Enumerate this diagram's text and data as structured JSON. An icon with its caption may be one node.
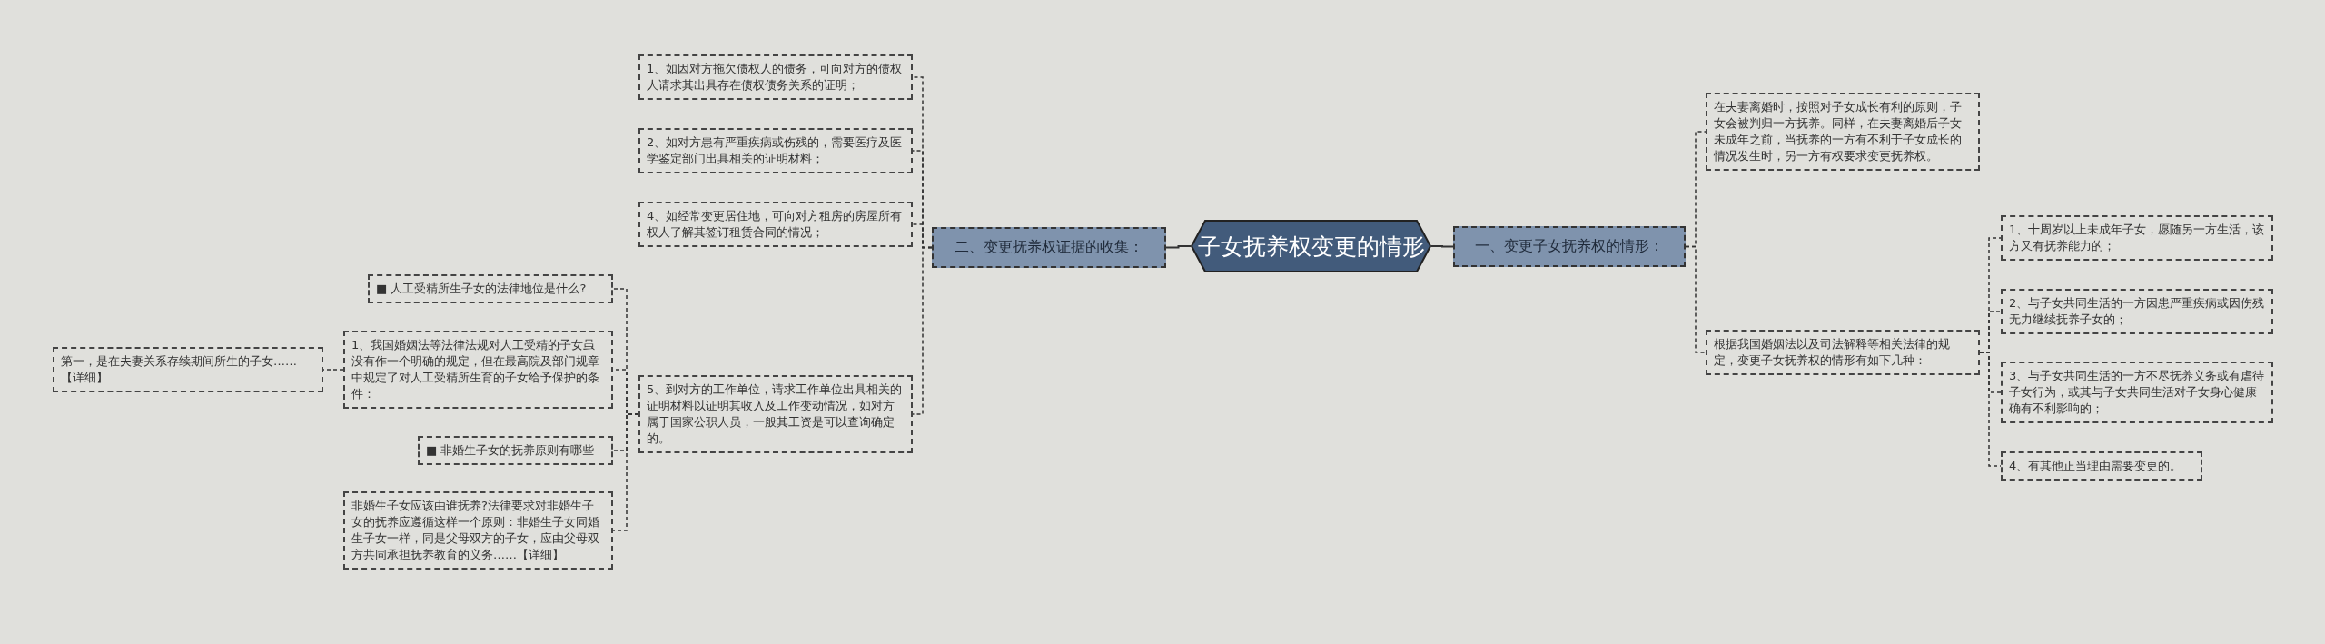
{
  "diagram": {
    "nodes": [
      {
        "text": [
          "子女抚养权变更的情形"
        ]
      },
      {
        "text": [
          "一、变更子女抚养权的情形："
        ]
      },
      {
        "text": [
          "在夫妻离婚时，按照对子女成长有利的原则，子女会被判归一方抚养。同样，在夫妻离婚后子女未成年之前，当抚养的一方有不利于子女成长的情况发生时，另一方有权要求变更抚养权。"
        ]
      },
      {
        "text": [
          "根据我国婚姻法以及司法解释等相关法律的规定，变更子女抚养权的情形有如下几种："
        ]
      },
      {
        "text": [
          "1、十周岁以上未成年子女，愿随另一方生活，该方又有抚养能力的；"
        ]
      },
      {
        "text": [
          "2、与子女共同生活的一方因患严重疾病或因伤残无力继续抚养子女的；"
        ]
      },
      {
        "text": [
          "3、与子女共同生活的一方不尽抚养义务或有虐待子女行为，或其与子女共同生活对子女身心健康确有不利影响的；"
        ]
      },
      {
        "text": [
          "4、有其他正当理由需要变更的。"
        ]
      },
      {
        "text": [
          "二、变更抚养权证据的收集："
        ]
      },
      {
        "text": [
          "1、如因对方拖欠债权人的债务，可向对方的债权人请求其出具存在债权债务关系的证明；"
        ]
      },
      {
        "text": [
          "2、如对方患有严重疾病或伤残的，需要医疗及医学鉴定部门出具相关的证明材料；"
        ]
      },
      {
        "text": [
          "4、如经常变更居住地，可向对方租房的房屋所有权人了解其签订租赁合同的情况；"
        ]
      },
      {
        "text": [
          "5、到对方的工作单位，请求工作单位出具相关的证明材料以证明其收入及工作变动情况，如对方属于国家公职人员，一般其工资是可以查询确定的。"
        ]
      },
      {
        "text": [
          "■ 人工受精所生子女的法律地位是什么?"
        ]
      },
      {
        "text": [
          "1、我国婚姻法等法律法规对人工受精的子女虽没有作一个明确的规定，但在最高院及部门规章中规定了对人工受精所生育的子女给予保护的条件："
        ]
      },
      {
        "text": [
          "■ 非婚生子女的抚养原则有哪些"
        ]
      },
      {
        "text": [
          "非婚生子女应该由谁抚养?法律要求对非婚生子女的抚养应遵循这样一个原则：非婚生子女同婚生子女一样，同是父母双方的子女，应由父母双方共同承担抚养教育的义务……【详细】"
        ]
      },
      {
        "text": [
          "第一，是在夫妻关系存续期间所生的子女……【详细】"
        ]
      }
    ],
    "edges": [
      {
        "from": 0,
        "to": 1,
        "arrow": "none"
      },
      {
        "from": 1,
        "to": 2,
        "arrow": "none",
        "style": "dashed"
      },
      {
        "from": 1,
        "to": 3,
        "arrow": "none",
        "style": "dashed"
      },
      {
        "from": 3,
        "to": 4,
        "arrow": "none",
        "style": "dashed"
      },
      {
        "from": 3,
        "to": 5,
        "arrow": "none",
        "style": "dashed"
      },
      {
        "from": 3,
        "to": 6,
        "arrow": "none",
        "style": "dashed"
      },
      {
        "from": 3,
        "to": 7,
        "arrow": "none",
        "style": "dashed"
      },
      {
        "from": 0,
        "to": 8,
        "arrow": "none"
      },
      {
        "from": 8,
        "to": 9,
        "arrow": "none",
        "style": "dashed"
      },
      {
        "from": 8,
        "to": 10,
        "arrow": "none",
        "style": "dashed"
      },
      {
        "from": 8,
        "to": 11,
        "arrow": "none",
        "style": "dashed"
      },
      {
        "from": 8,
        "to": 12,
        "arrow": "none",
        "style": "dashed"
      },
      {
        "from": 12,
        "to": 13,
        "arrow": "none",
        "style": "dashed"
      },
      {
        "from": 12,
        "to": 14,
        "arrow": "none",
        "style": "dashed"
      },
      {
        "from": 12,
        "to": 15,
        "arrow": "none",
        "style": "dashed"
      },
      {
        "from": 12,
        "to": 16,
        "arrow": "none",
        "style": "dashed"
      },
      {
        "from": 14,
        "to": 17,
        "arrow": "none",
        "style": "dashed"
      }
    ]
  }
}
